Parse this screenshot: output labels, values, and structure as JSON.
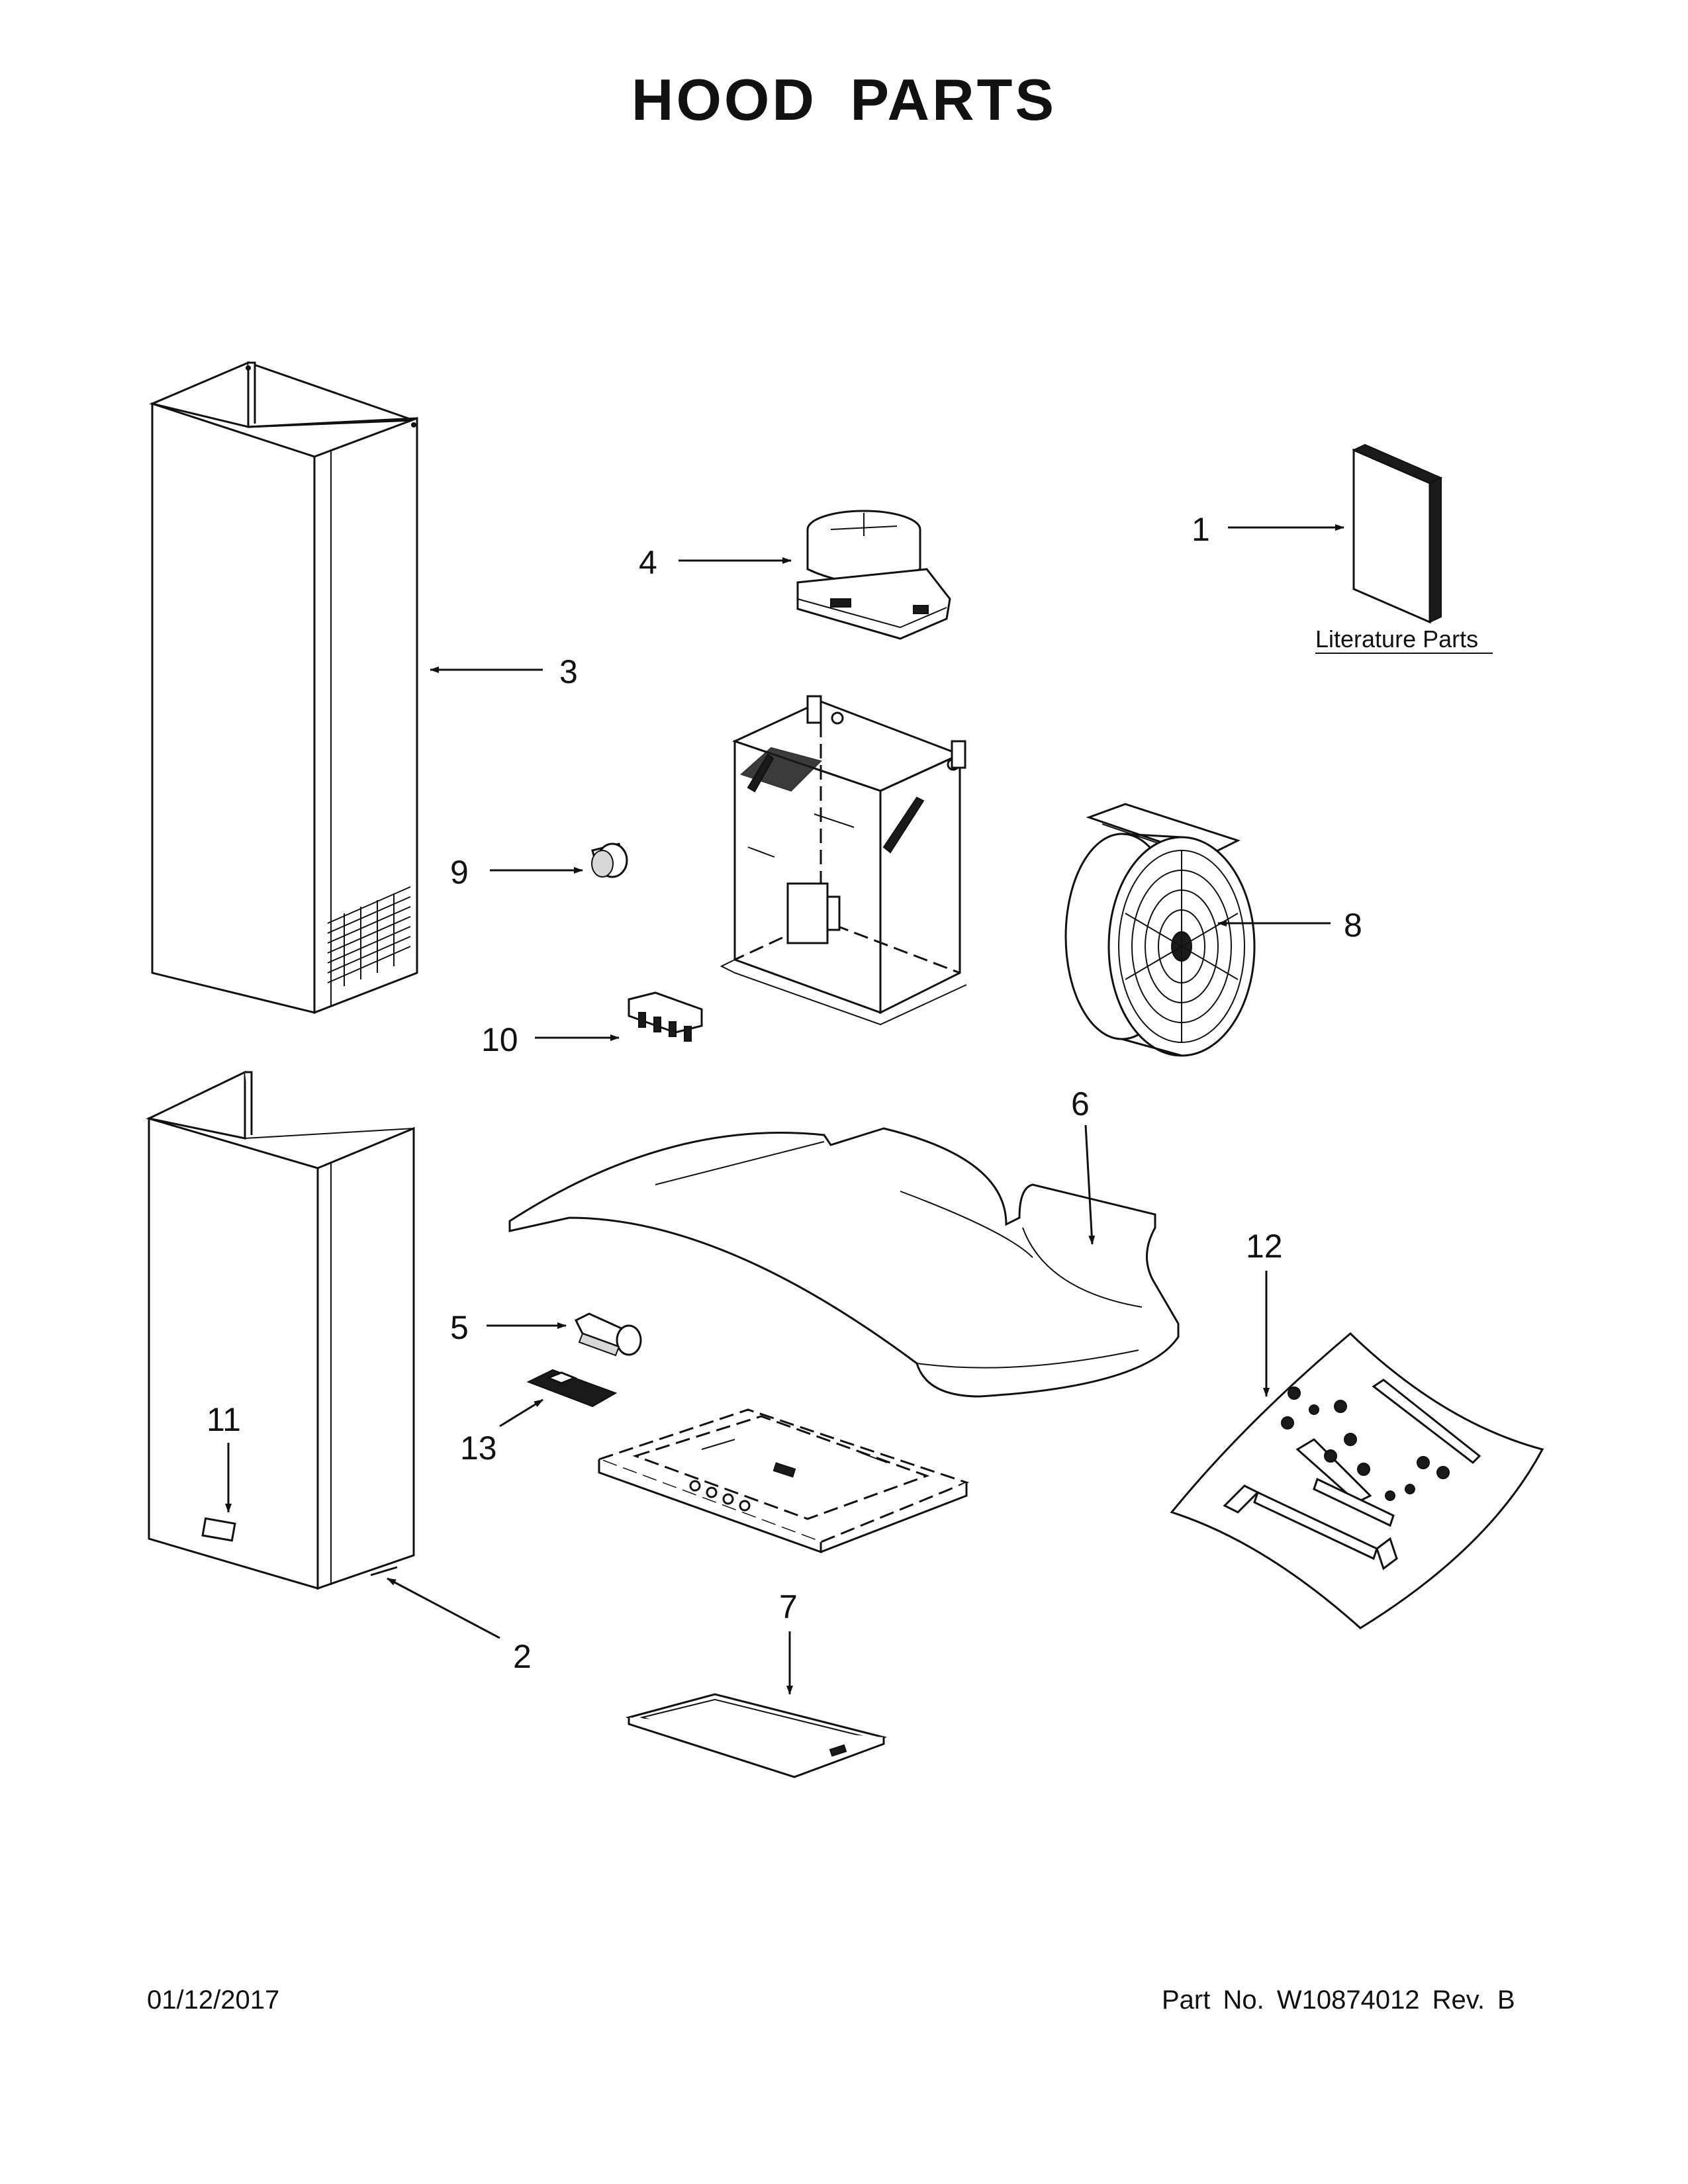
{
  "title": "HOOD PARTS",
  "footer": {
    "date": "01/12/2017",
    "part_number": "Part No.  W10874012  Rev.  B"
  },
  "literature_label": "Literature Parts",
  "callouts": {
    "c1": "1",
    "c2": "2",
    "c3": "3",
    "c4": "4",
    "c5": "5",
    "c6": "6",
    "c7": "7",
    "c8": "8",
    "c9": "9",
    "c10": "10",
    "c11": "11",
    "c12": "12",
    "c13": "13"
  },
  "parts": [
    {
      "callout": "1",
      "icon": "literature-manual-icon"
    },
    {
      "callout": "2",
      "icon": "lower-chimney-cover-icon"
    },
    {
      "callout": "3",
      "icon": "upper-chimney-cover-icon"
    },
    {
      "callout": "4",
      "icon": "damper-duct-icon"
    },
    {
      "callout": "5",
      "icon": "lamp-socket-icon"
    },
    {
      "callout": "6",
      "icon": "glass-canopy-icon"
    },
    {
      "callout": "7",
      "icon": "grease-filter-icon"
    },
    {
      "callout": "8",
      "icon": "blower-fan-icon"
    },
    {
      "callout": "9",
      "icon": "knob-icon"
    },
    {
      "callout": "10",
      "icon": "switch-board-icon"
    },
    {
      "callout": "11",
      "icon": "label-plate-icon"
    },
    {
      "callout": "12",
      "icon": "hardware-kit-icon"
    },
    {
      "callout": "13",
      "icon": "thermal-pad-icon"
    }
  ]
}
